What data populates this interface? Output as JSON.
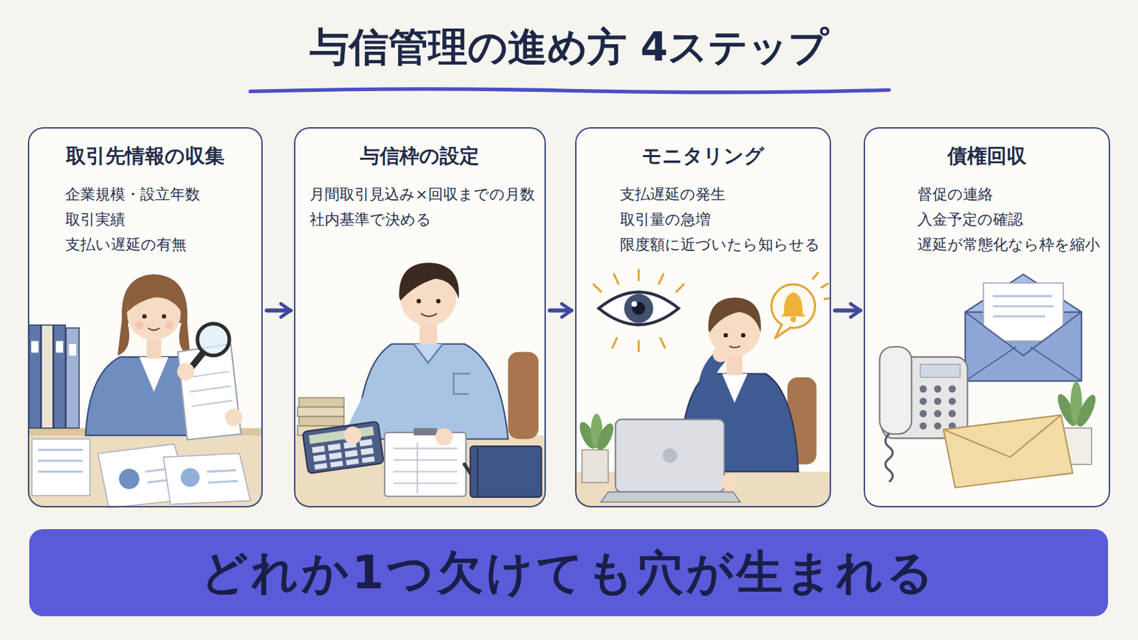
{
  "diagram": {
    "title": "与信管理の進め方 4ステップ",
    "nodes": [
      {
        "text": [
          "取引先情報の収集",
          "企業規模・設立年数",
          "取引実績",
          "支払い遅延の有無"
        ]
      },
      {
        "text": [
          "与信枠の設定",
          "月間取引見込み×回収までの月数",
          "社内基準で決める"
        ]
      },
      {
        "text": [
          "モニタリング",
          "支払遅延の発生",
          "取引量の急増",
          "限度額に近づいたら知らせる"
        ]
      },
      {
        "text": [
          "債権回収",
          "督促の連絡",
          "入金予定の確認",
          "遅延が常態化なら枠を縮小"
        ]
      },
      {
        "text": [
          "どれか1つ欠けても穴が生まれる"
        ]
      }
    ],
    "edges": [
      {
        "from": 0,
        "to": 1,
        "arrow": "to"
      },
      {
        "from": 1,
        "to": 2,
        "arrow": "to"
      },
      {
        "from": 2,
        "to": 3,
        "arrow": "to"
      }
    ]
  }
}
